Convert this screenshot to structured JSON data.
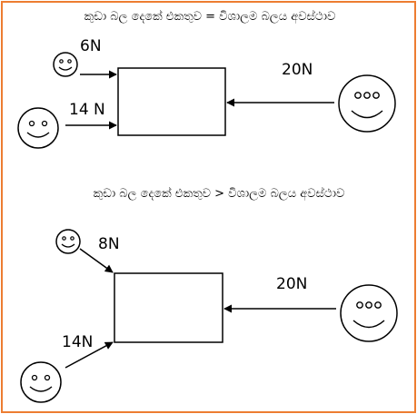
{
  "diagram": {
    "frame_color": "#ED7D31",
    "panels": [
      {
        "caption": "කුඩා බල දෙකේ එකතුව = විශාලම බලය අවස්ථාව",
        "small_force_top": "6N",
        "small_force_bottom": "14 N",
        "large_force": "20N"
      },
      {
        "caption": "කුඩා බල දෙකේ එකතුව >  විශාලම බලය අවස්ථාව",
        "small_force_top": "8N",
        "small_force_bottom": "14N",
        "large_force": "20N"
      }
    ]
  }
}
